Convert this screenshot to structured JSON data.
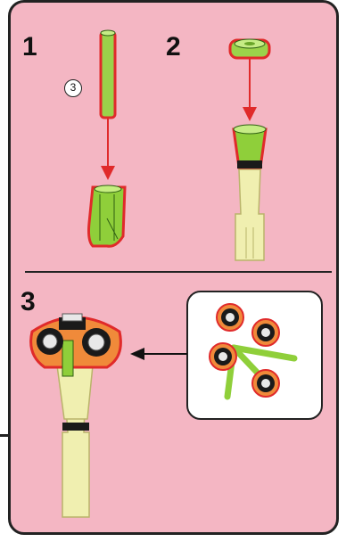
{
  "steps": [
    {
      "number": "1",
      "quantity": "3"
    },
    {
      "number": "2"
    },
    {
      "number": "3"
    }
  ],
  "colors": {
    "background": "#f4b6c3",
    "lime_part": "#9bd24a",
    "highlight": "#e02a2a",
    "pale_part": "#f0efb0",
    "tire": "#1a1a1a"
  },
  "icons": [
    "arrow-icon",
    "green-rod-icon",
    "connector-icon",
    "wheel-cluster-icon"
  ]
}
